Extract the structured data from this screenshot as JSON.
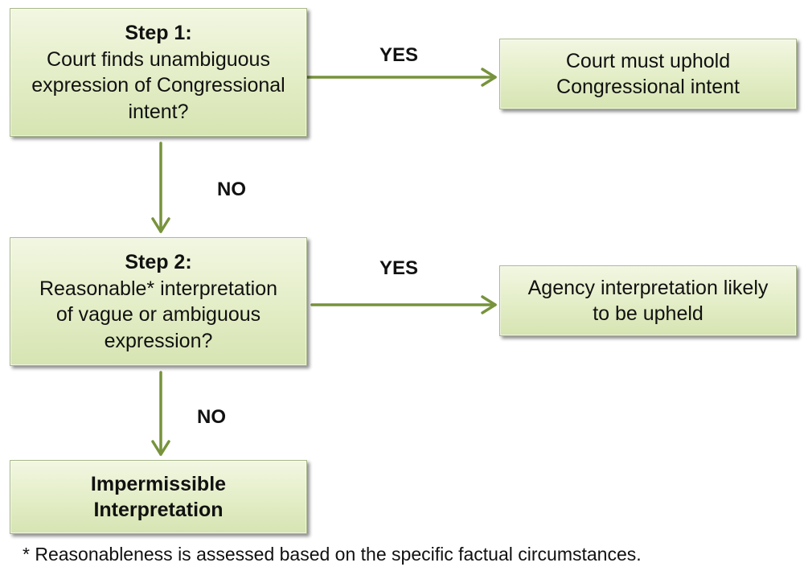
{
  "step1": {
    "title": "Step 1:",
    "lines": [
      "Court finds unambiguous",
      "expression of Congressional",
      "intent?"
    ]
  },
  "uphold": {
    "lines": [
      "Court must uphold",
      "Congressional intent"
    ]
  },
  "step2": {
    "title": "Step 2:",
    "lines": [
      "Reasonable* interpretation",
      "of vague or ambiguous",
      "expression?"
    ]
  },
  "agency": {
    "lines": [
      "Agency interpretation likely",
      "to be upheld"
    ]
  },
  "impermissible": {
    "lines": [
      "Impermissible",
      "Interpretation"
    ]
  },
  "edges": {
    "step1_yes": "YES",
    "step1_no": "NO",
    "step2_yes": "YES",
    "step2_no": "NO"
  },
  "footnote": "* Reasonableness is assessed based on the specific factual circumstances.",
  "colors": {
    "arrow": "#77933c",
    "box_fill": "#e3edc6",
    "box_border": "#a9b98a"
  }
}
